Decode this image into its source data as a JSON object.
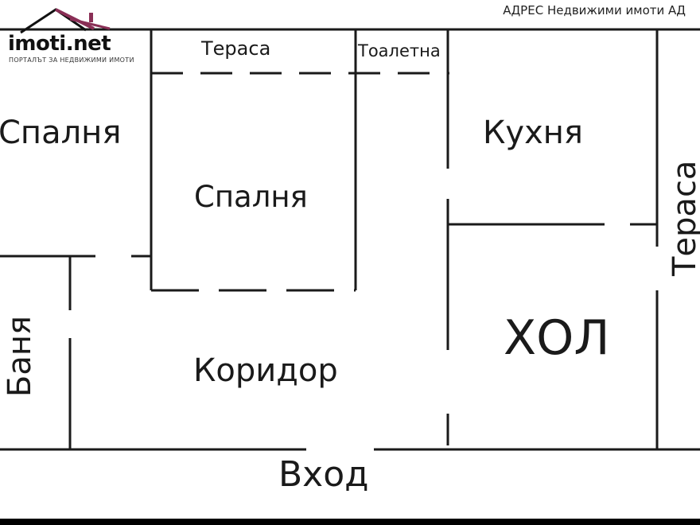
{
  "logo": {
    "brand": "imoti.net",
    "tagline": "ПОРТАЛЪТ ЗА НЕДВИЖИМИ ИМОТИ",
    "roof_color": "#8a2f56"
  },
  "watermark": "АДРЕС Недвижими имоти АД",
  "rooms": {
    "bedroom_left": "Спалня",
    "bedroom_center": "Спалня",
    "terrace_top": "Тераса",
    "toilet": "Тоалетна",
    "kitchen": "Кухня",
    "terrace_right": "Тераса",
    "living_room": "ХОЛ",
    "corridor": "Коридор",
    "bathroom": "Баня",
    "entrance": "Вход"
  },
  "colors": {
    "wall": "#1a1a1a",
    "background": "#ffffff"
  }
}
